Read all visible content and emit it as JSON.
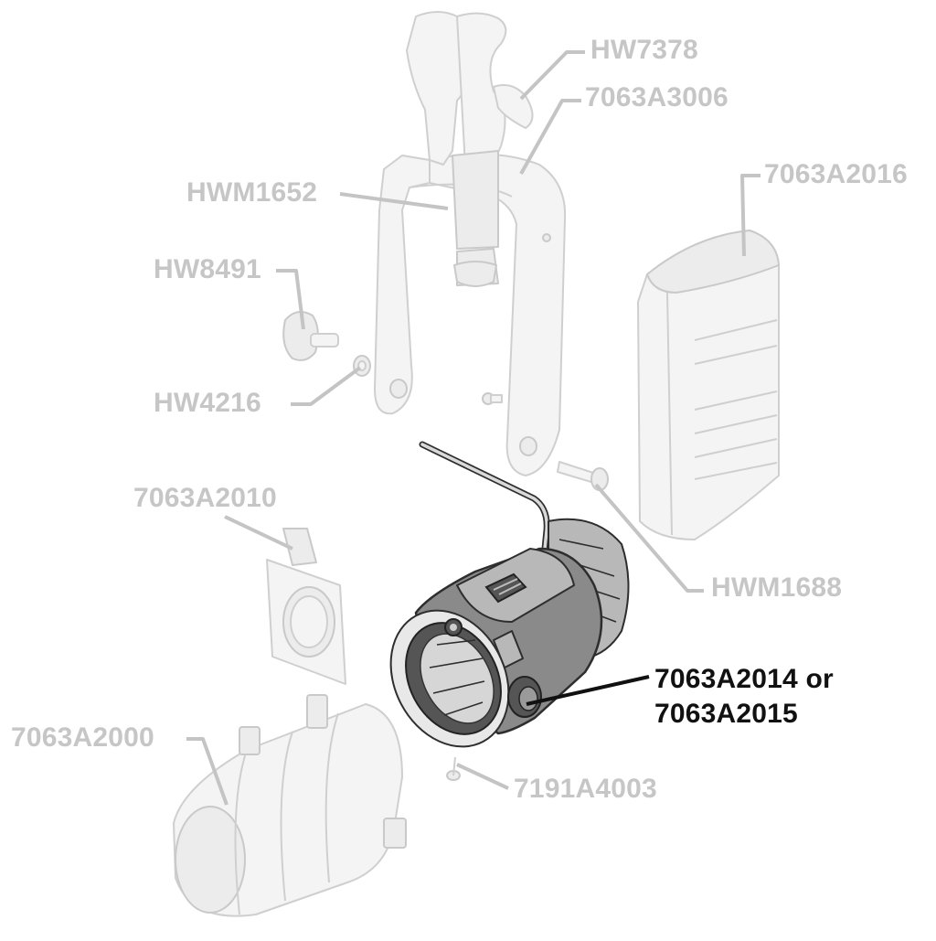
{
  "diagram": {
    "highlighted_part": "7063A2014 or 7063A2015",
    "colors": {
      "ghost_label": "#c6c6c6",
      "highlight_label": "#111111",
      "part_body": "#8a8a8a"
    }
  },
  "labels": {
    "hw7378": "HW7378",
    "a3006": "7063A3006",
    "hwm1652": "HWM1652",
    "a2016": "7063A2016",
    "hw8491": "HW8491",
    "hw4216": "HW4216",
    "a2010": "7063A2010",
    "hwm1688": "HWM1688",
    "hl_line1": "7063A2014 or",
    "hl_line2": "7063A2015",
    "a2000": "7063A2000",
    "a4003": "7191A4003"
  }
}
